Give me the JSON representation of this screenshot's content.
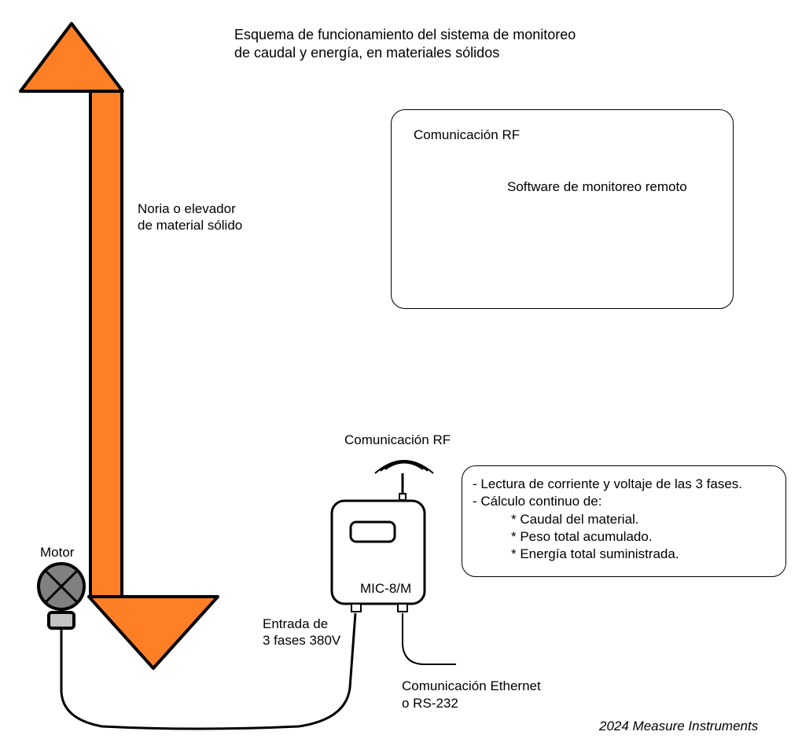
{
  "title": {
    "line1": "Esquema de funcionamiento del sistema de monitoreo",
    "line2": "de caudal y energía, en materiales sólidos"
  },
  "colors": {
    "elevator_fill": "#FF7F27",
    "motor_fill": "#808080",
    "motor_base_fill": "#C3C3C3",
    "stroke": "#000000"
  },
  "elevator": {
    "label_line1": "Noria o elevador",
    "label_line2": "de material sólido"
  },
  "motor": {
    "label": "Motor"
  },
  "remote_box": {
    "rf_label": "Comunicación RF",
    "software_label": "Software de monitoreo remoto"
  },
  "device": {
    "rf_label": "Comunicación RF",
    "model": "MIC-8/M"
  },
  "power_input": {
    "line1": "Entrada de",
    "line2": "3 fases 380V"
  },
  "comm_output": {
    "line1": "Comunicación Ethernet",
    "line2": "o RS-232"
  },
  "features": {
    "items": [
      "- Lectura de corriente y voltaje de las 3 fases.",
      "- Cálculo continuo de:"
    ],
    "sub_items": [
      "* Caudal del material.",
      "* Peso total acumulado.",
      "* Energía total suministrada."
    ]
  },
  "footer": "2024 Measure Instruments"
}
